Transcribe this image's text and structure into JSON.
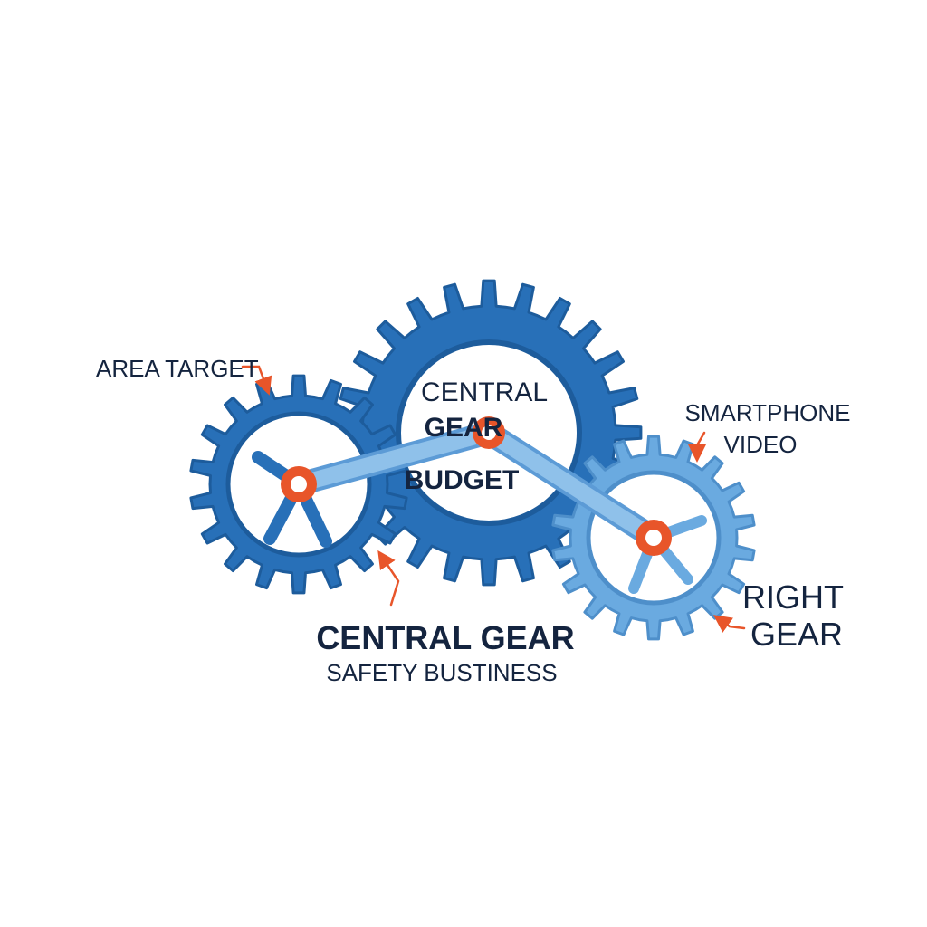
{
  "labels": {
    "area_target": "AREA TARGET",
    "central_gear_line1": "CENTRAL",
    "central_gear_line2": "GEAR",
    "budget": "BUDGET",
    "smartphone": "SMARTPHONE",
    "video": "VIDEO",
    "central_gear_bottom": "CENTRAL GEAR",
    "safety_business": "SAFETY BUSTINESS",
    "right_gear_line1": "RIGHT",
    "right_gear_line2": "GEAR"
  },
  "colors": {
    "gear_dark": "#2870b8",
    "gear_dark_shade": "#1d5c9c",
    "gear_light": "#6aaae0",
    "gear_light_shade": "#4e8fca",
    "rod": "#8fc1ea",
    "rod_edge": "#5c9bd6",
    "accent": "#e8552a",
    "text": "#14243f"
  }
}
